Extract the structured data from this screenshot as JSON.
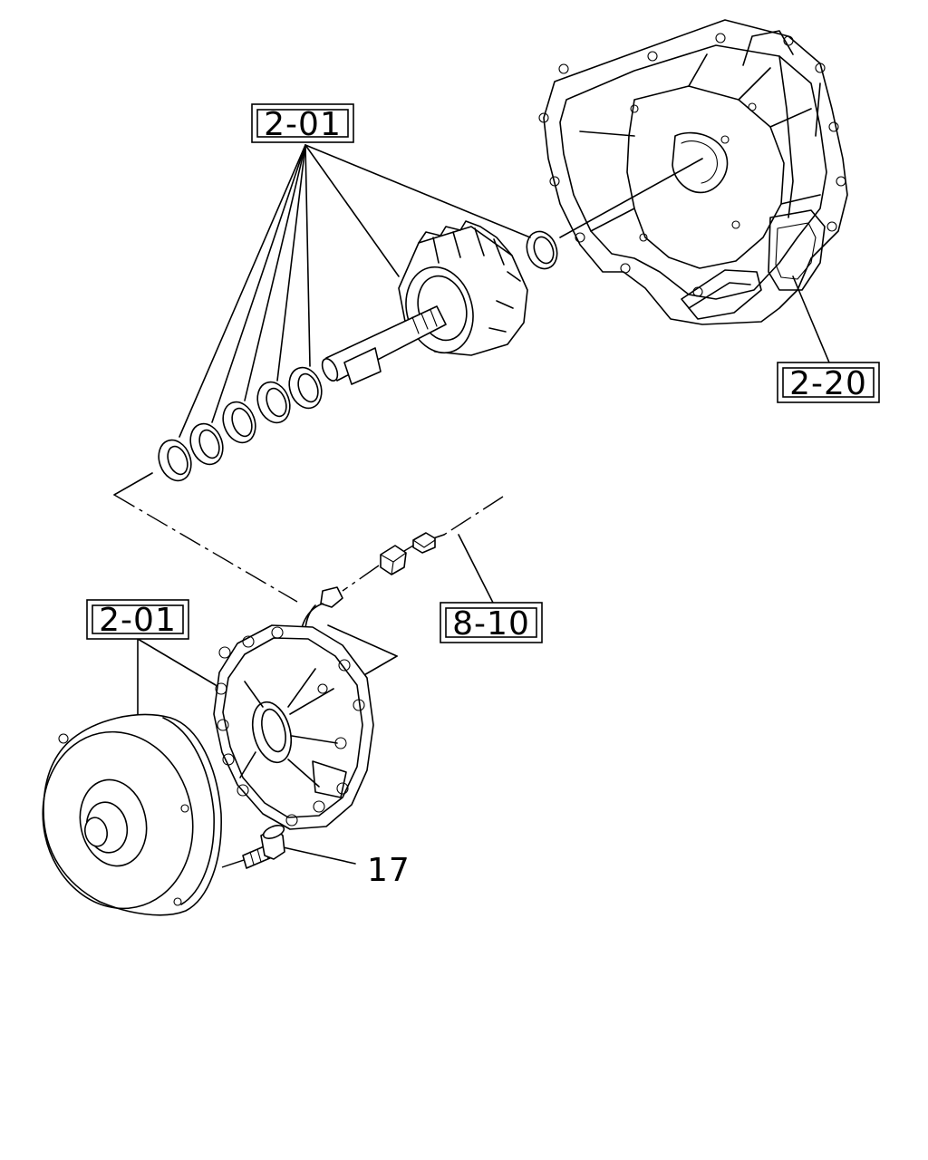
{
  "callouts": {
    "ref_top": "2-01",
    "ref_housing": "2-20",
    "ref_harness": "8-10",
    "ref_bottom": "2-01",
    "part_bolt": "17"
  }
}
